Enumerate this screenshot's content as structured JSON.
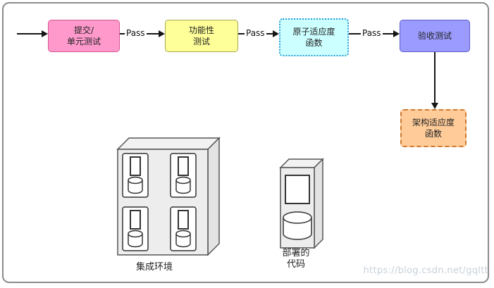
{
  "flow": {
    "pass_label": "Pass",
    "nodes": {
      "submit": {
        "line1": "提交/",
        "line2": "单元测试",
        "fill": "#ff99cc",
        "border_style": "solid"
      },
      "functional": {
        "line1": "功能性",
        "line2": "测试",
        "fill": "#ffff99",
        "border_style": "solid"
      },
      "atomic": {
        "line1": "原子适应度",
        "line2": "函数",
        "fill": "#ccffff",
        "border_style": "dotted"
      },
      "acceptance": {
        "line1": "验收测试",
        "fill": "#9a9aff",
        "border_style": "solid"
      },
      "architecture": {
        "line1": "架构适应度",
        "line2": "函数",
        "fill": "#ffcc99",
        "border_style": "dashed"
      }
    }
  },
  "environment": {
    "integration_label": "集成环境",
    "deployed": {
      "line1": "部署的",
      "line2": "代码"
    }
  },
  "watermark": {
    "text": "https://blog.csdn.net/gqltt",
    "color": "#c8d1da"
  },
  "colors": {
    "arrow": "#151515",
    "frame_border": "#8c8c8c",
    "box_face": "#ededed",
    "box_top": "#f2f2f2",
    "box_side": "#e3e3e3"
  }
}
